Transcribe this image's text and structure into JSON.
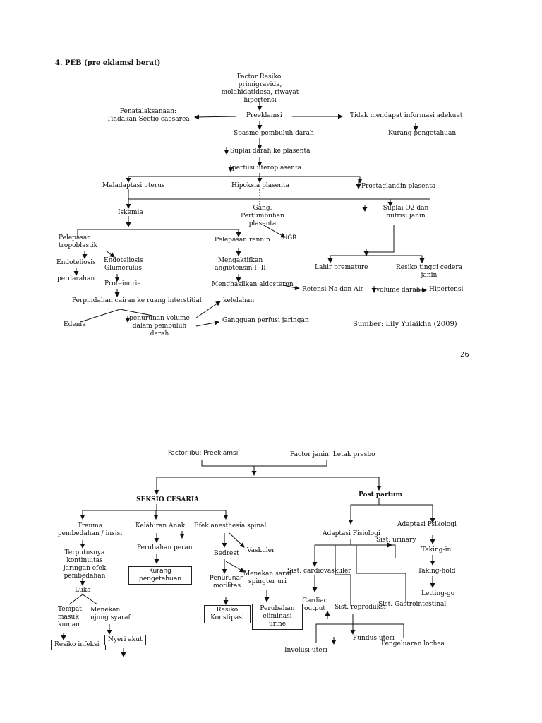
{
  "page1": {
    "heading": "4. PEB (pre eklamsi berat)",
    "nodes": {
      "faktor_resiko": "Factor Resiko: primigravida, molahidatidosa, riwayat hipertensi",
      "penatalaksanaan": "Penatalaksanaan: Tindakan Sectio caesarea",
      "preeklamsi": "Preeklamsi",
      "tidak_mendapat_info": "Tidak mendapat informasi adekuat",
      "kurang_pengetahuan": "Kurang pengetahuan",
      "spasme": "Spasme pembuluh darah",
      "suplai_darah": "Suplai darah ke plasenta",
      "perfusi": "perfusi uteroplasenta",
      "maladaptasi": "Maladaptasi uterus",
      "hipoksia": "Hipoksia plasenta",
      "prostaglandin": "Prostaglandin plasenta",
      "iskemia": "Iskemia",
      "gang_pertumbuhan": "Gang. Pertumbuhan plasenta",
      "suplai_o2": "Suplai O2 dan nutrisi janin",
      "pelepasan_tropoblastik": "Pelepasan tropoblastik",
      "pelepasan_rennin": "Pelepasan rennin",
      "iugr": "IUGR",
      "endoteliosis": "Endoteliosis",
      "endoteliosis_glomerulus": "Endoteliosis Glumerulus",
      "mengaktifkan": "Mengaktifkan angiotensin I- II",
      "lahir_prematur": "Lahir premature",
      "resiko_cedera": "Resiko tinggi cedera janin",
      "perdarahan": "perdarahan",
      "proteinuria": "Proteinuria",
      "aldosteron": "Menghasilkan aldosteron",
      "retensi": "Retensi Na dan Air",
      "volume_darah": "volume darah",
      "hipertensi": "Hipertensi",
      "perpindahan": "Perpindahan cairan ke ruang interstitial",
      "kelelahan": "kelelahan",
      "edema": "Edema",
      "penurunan_volume": "penurunan volume dalam pembuluh darah",
      "gangguan_perfusi": "Gangguan perfusi jaringan"
    },
    "source": "Sumber: Lily Yulaikha (2009)"
  },
  "page_number": "26",
  "page2": {
    "nodes": {
      "faktor_ibu": "Factor ibu: Preeklamsi",
      "faktor_janin": "Factor janin: Letak presbo",
      "seksio": "SEKSIO CESARIA",
      "post_partum": "Post partum",
      "trauma": "Trauma pembedahan / insisi",
      "kelahiran_anak": "Kelahiran Anak",
      "efek_anestesi": "Efek anesthesia spinal",
      "adaptasi_fisiologi": "Adaptasi Fisiologi",
      "adaptasi_psikologi": "Adaptasi Psikologi",
      "terputusnya": "Terputusnya kontinuitas jaringan efek pembedahan",
      "perubahan_peran": "Perubahan peran",
      "kurang_pengetahuan": "Kurang pengetahuan",
      "bedrest": "Bedrest",
      "vaskuler": "Vaskuler",
      "sist_urinary": "Sist. urinary",
      "taking_in": "Taking-in",
      "sist_kardio": "Sist. cardiovaskuler",
      "taking_hold": "Taking-hold",
      "luka": "Luka",
      "penurunan_motilitas": "Penurunan motilitas",
      "menekan_saraf": "Menekan saraf spingter uri",
      "letting_go": "Letting-go",
      "cardiac_output": "Cardiac output",
      "sist_reproduksi": "Sist. reproduksi",
      "sist_gastro": "Sist. Gastrointestinal",
      "tempat_masuk": "Tempat masuk kuman",
      "menekan_ujung": "Menekan ujung syaraf",
      "resiko_konstipasi": "Resiko Konstipasi",
      "perubahan_eliminasi": "Perubahan eliminasi urine",
      "fundus_uteri": "Fundus uteri",
      "pengeluaran_lochea": "Pengeluaran lochea",
      "resiko_infeksi": "Resiko infeksi",
      "nyeri_akut": "Nyeri akut",
      "involusi": "Involusi uteri"
    }
  }
}
